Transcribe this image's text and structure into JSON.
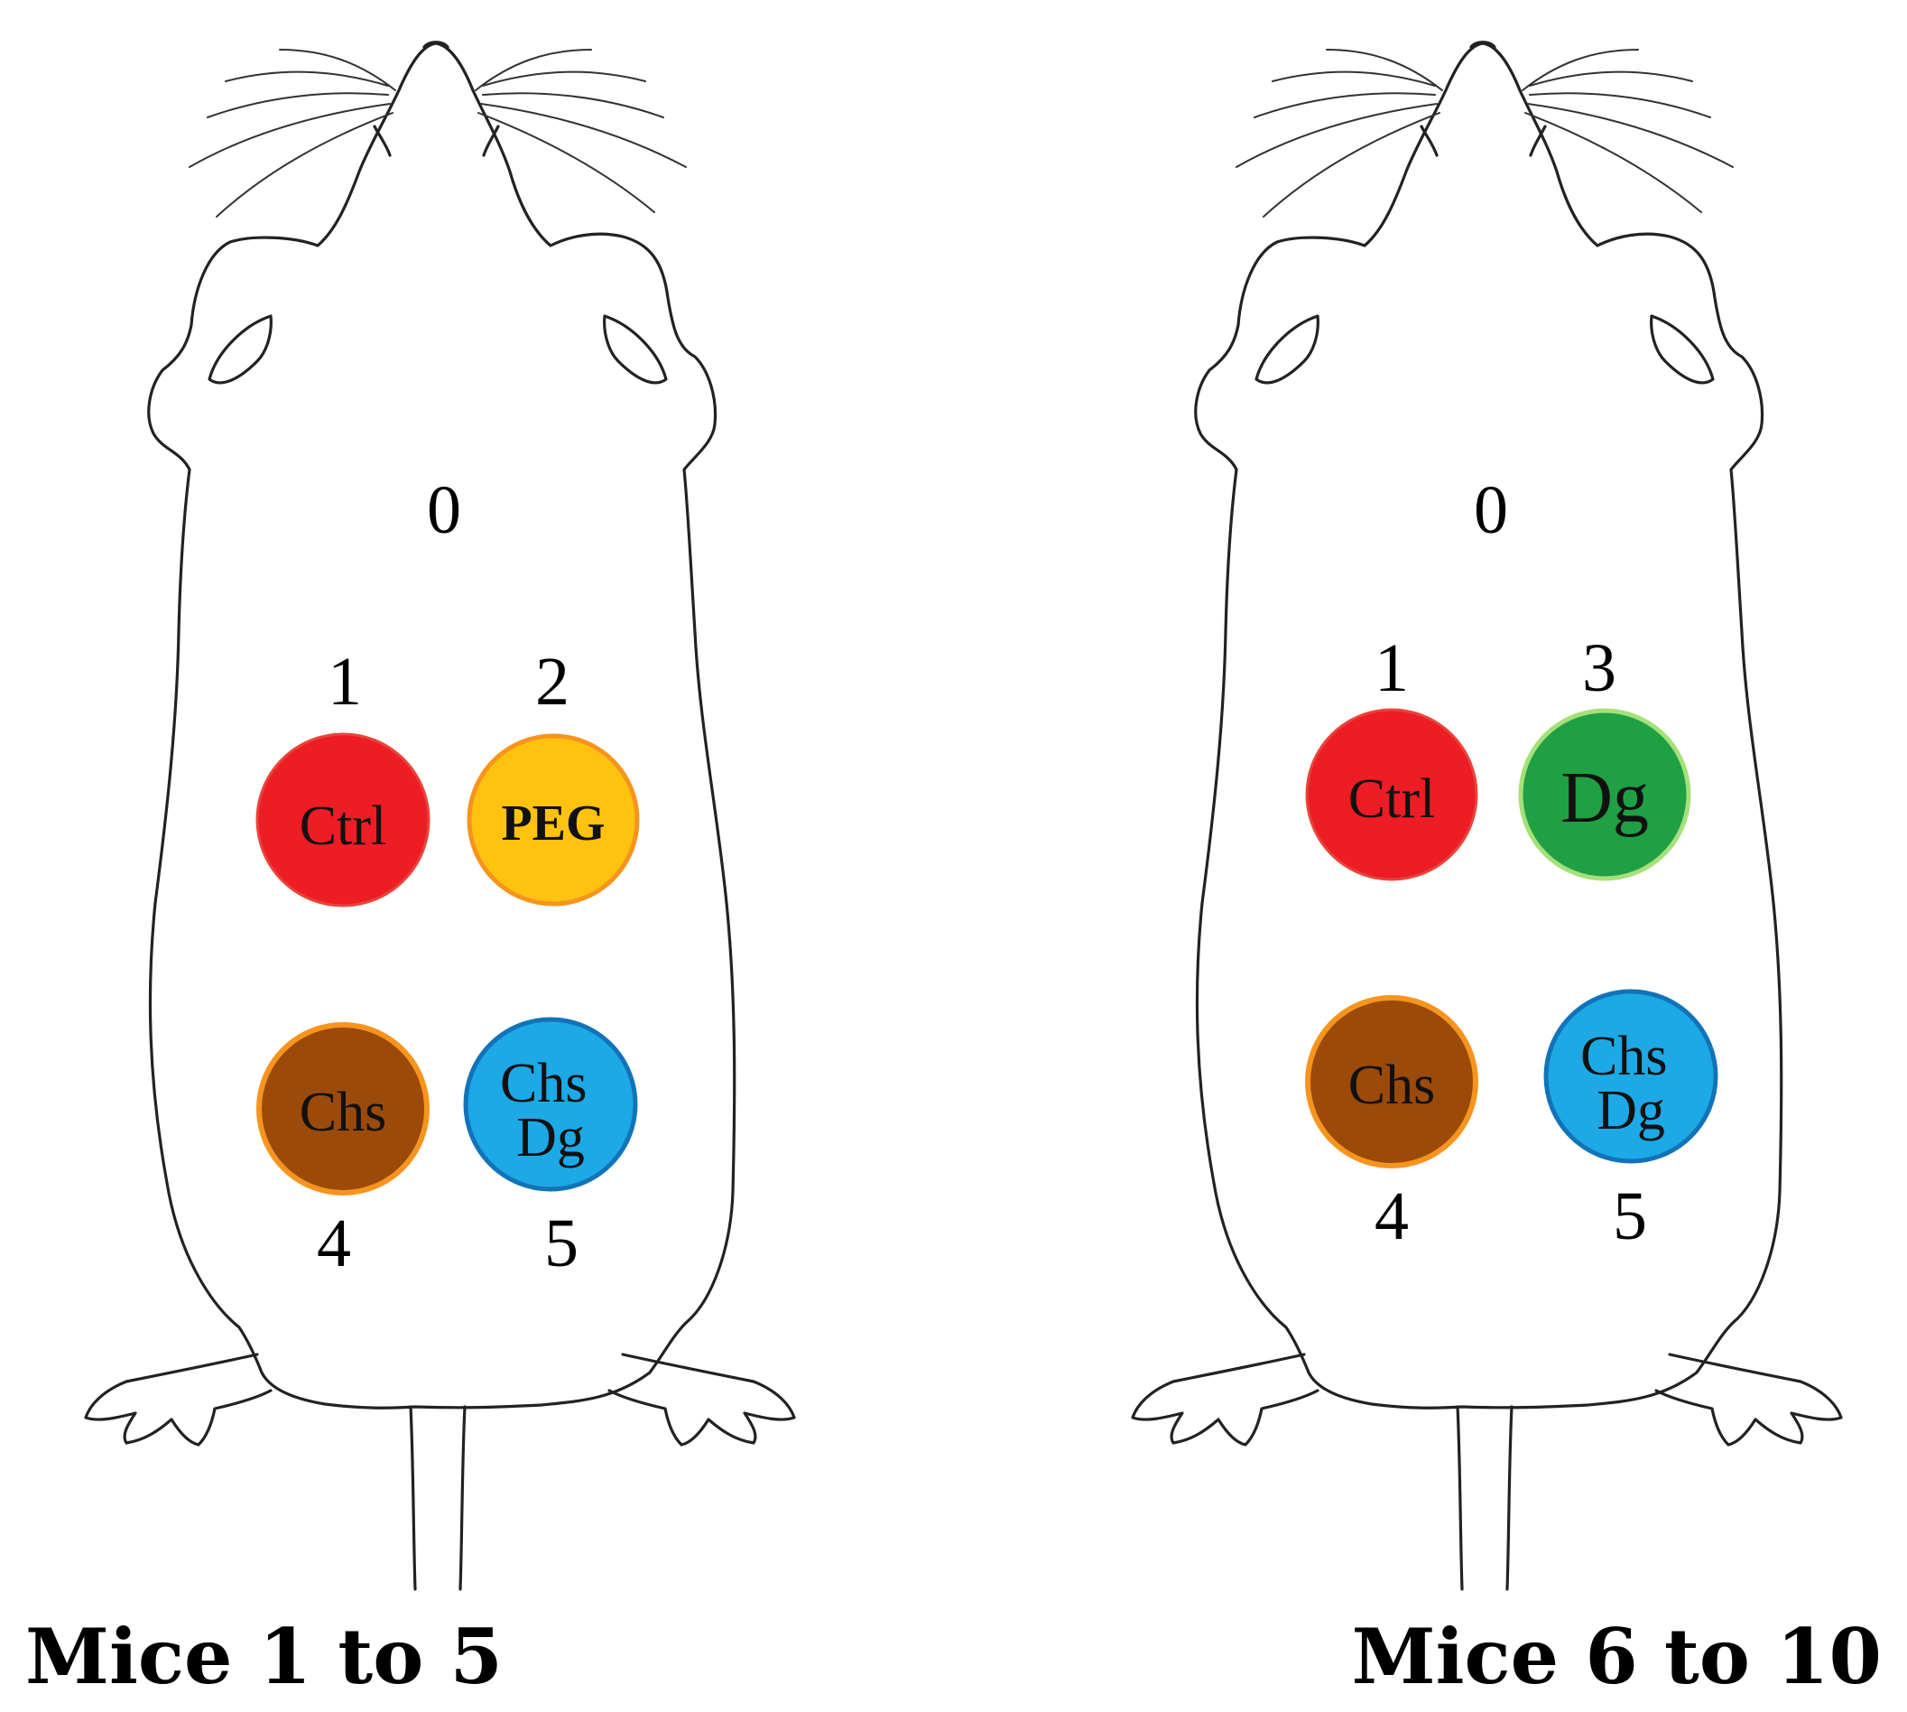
{
  "colors": {
    "ctrl": "#ee1c24",
    "peg": "#ffc20e",
    "peg_border": "#f7941d",
    "chs": "#9b4a0a",
    "chs_border": "#f7941d",
    "dg": "#1fa043",
    "dg_border": "#a6e07a",
    "chs_dg": "#1ca9e6",
    "chs_dg_border": "#1273b8",
    "outline": "#222222"
  },
  "mice": [
    {
      "caption": "Mice 1 to 5",
      "top_label": "0",
      "sites": [
        {
          "number": "1",
          "label": "Ctrl",
          "color_key": "ctrl",
          "bold": false
        },
        {
          "number": "2",
          "label": "PEG",
          "color_key": "peg",
          "bold": true
        },
        {
          "number": "4",
          "label": "Chs",
          "color_key": "chs",
          "bold": false
        },
        {
          "number": "5",
          "label": "Chs Dg",
          "color_key": "chs_dg",
          "bold": false
        }
      ]
    },
    {
      "caption": "Mice 6 to 10",
      "top_label": "0",
      "sites": [
        {
          "number": "1",
          "label": "Ctrl",
          "color_key": "ctrl",
          "bold": false
        },
        {
          "number": "3",
          "label": "Dg",
          "color_key": "dg",
          "bold": false
        },
        {
          "number": "4",
          "label": "Chs",
          "color_key": "chs",
          "bold": false
        },
        {
          "number": "5",
          "label": "Chs Dg",
          "color_key": "chs_dg",
          "bold": false
        }
      ]
    }
  ]
}
